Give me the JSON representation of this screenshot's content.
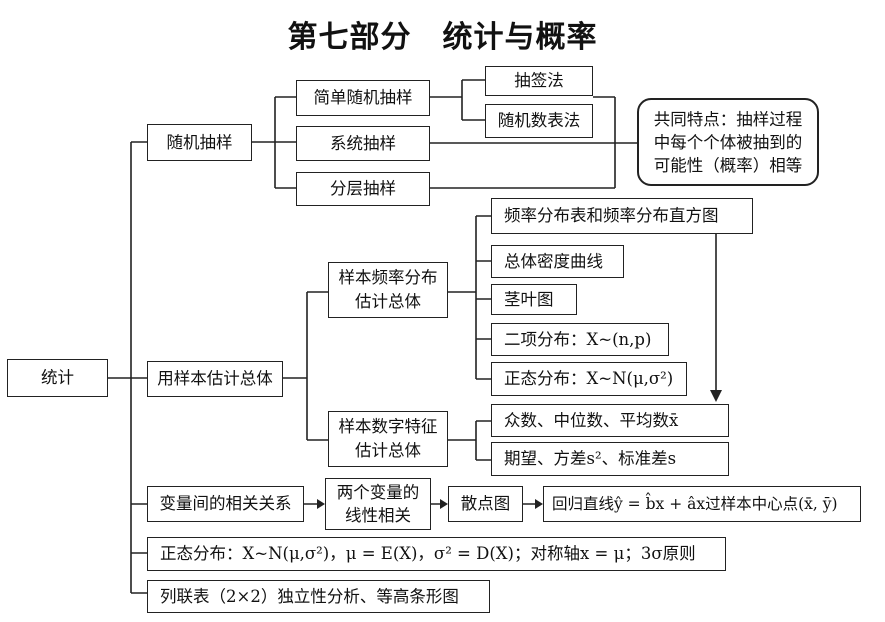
{
  "title": "第七部分　统计与概率",
  "nodes": {
    "root": "统计",
    "random_sampling": "随机抽样",
    "simple_random": "简单随机抽样",
    "lottery": "抽签法",
    "random_table": "随机数表法",
    "systematic": "系统抽样",
    "stratified": "分层抽样",
    "common_feature": "共同特点：抽样过程中每个个体被抽到的可能性（概率）相等",
    "sample_estimate": "用样本估计总体",
    "freq_dist": "样本频率分布估计总体",
    "freq_table": "频率分布表和频率分布直方图",
    "density_curve": "总体密度曲线",
    "stem_leaf": "茎叶图",
    "binomial": "二项分布：X~(n,p)",
    "normal_short": "正态分布：X~N(μ,σ²)",
    "num_features": "样本数字特征估计总体",
    "mode_median_mean": "众数、中位数、平均数x̄",
    "expect_var_sd": "期望、方差s²、标准差s",
    "correlation": "变量间的相关关系",
    "linear_corr": "两个变量的线性相关",
    "scatter": "散点图",
    "regression": "回归直线ŷ = b̂x + âx过样本中心点(x̄, ȳ)",
    "normal_full": "正态分布：X~N(μ,σ²)，μ = E(X)，σ² = D(X)；对称轴x = μ；3σ原则",
    "contingency": "列联表（2×2）独立性分析、等高条形图"
  },
  "colors": {
    "line": "#222222",
    "text": "#111111",
    "background": "#ffffff"
  }
}
